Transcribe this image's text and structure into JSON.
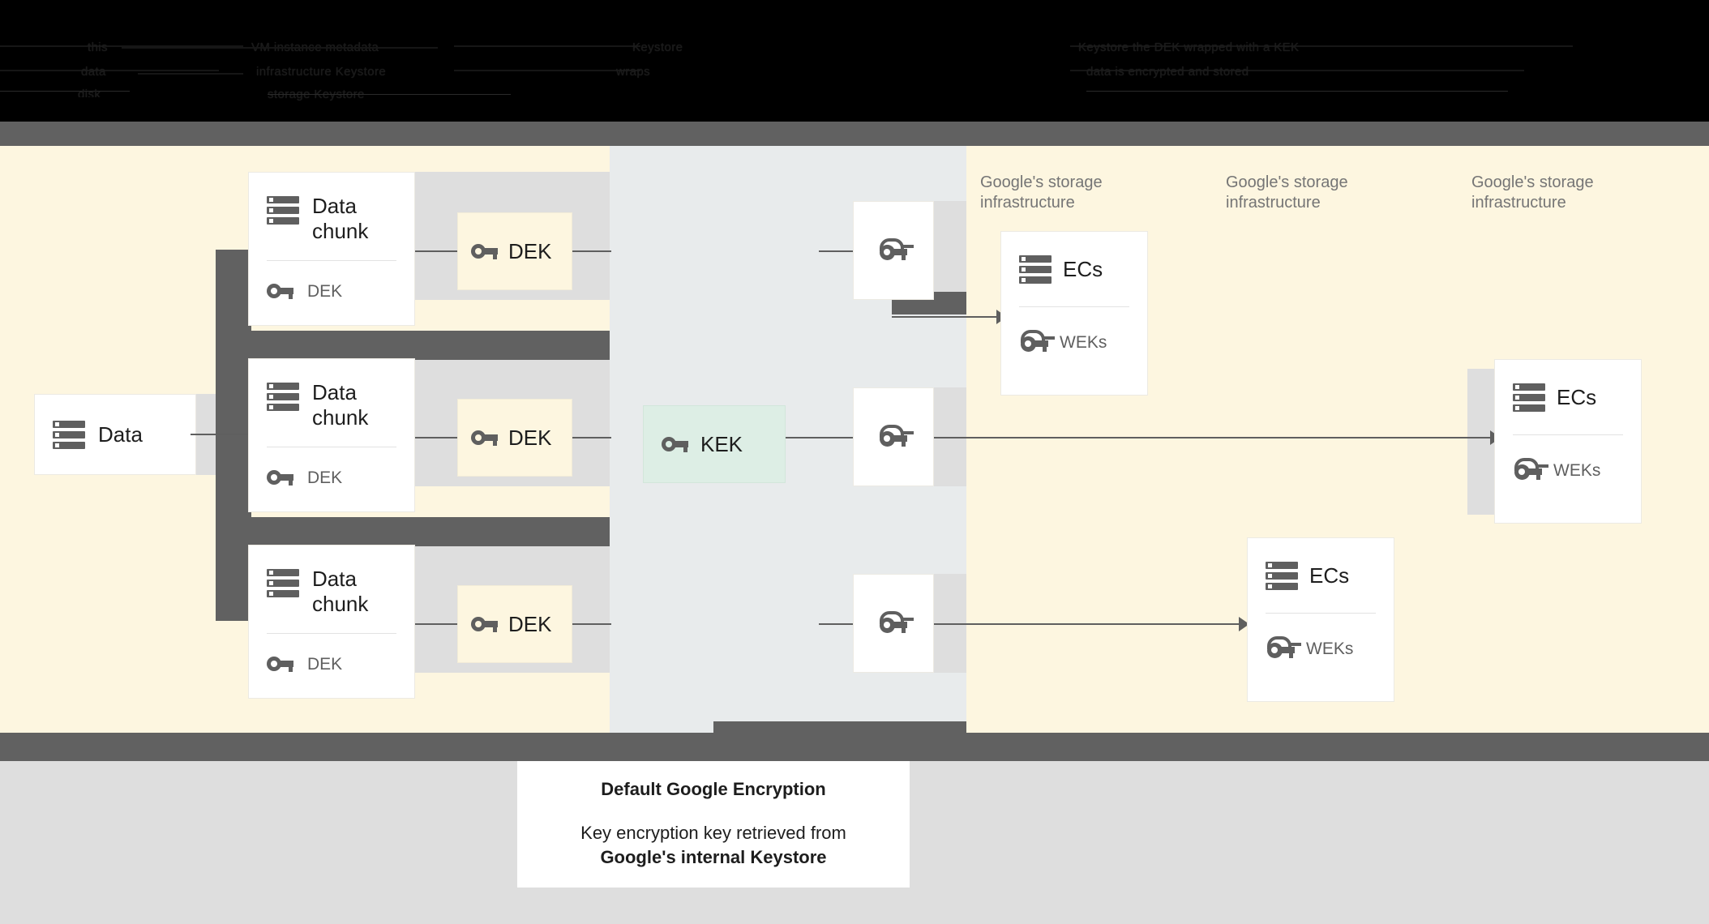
{
  "page": {
    "title": "Default Google Encryption",
    "background": "#000000"
  },
  "colors": {
    "cream_band": "#fdf6e0",
    "mid_panel": "#e8ebec",
    "dark_bar": "#616161",
    "light_gray": "#dedede",
    "card_white": "#ffffff",
    "dek_cream": "#fdf6e0",
    "kek_mint": "#ddeee5",
    "text_primary": "#1d1d1d",
    "text_muted": "#5f5f5f",
    "caption_muted": "#757575"
  },
  "header_strip": {
    "note": "obscured dark-on-black text fragments",
    "fragments": [
      "this",
      "VM instance metadata",
      "data",
      "infrastructure",
      "Keystore",
      "disk",
      "storage",
      "Keystore"
    ]
  },
  "data_source": {
    "label": "Data",
    "icon": "server-icon"
  },
  "chunks": [
    {
      "title": "Data\nchunk",
      "key_label": "DEK",
      "icon": "server-icon",
      "key_icon": "key-icon"
    },
    {
      "title": "Data\nchunk",
      "key_label": "DEK",
      "icon": "server-icon",
      "key_icon": "key-icon"
    },
    {
      "title": "Data\nchunk",
      "key_label": "DEK",
      "icon": "server-icon",
      "key_icon": "key-icon"
    }
  ],
  "deks": [
    {
      "label": "DEK",
      "icon": "key-icon"
    },
    {
      "label": "DEK",
      "icon": "key-icon"
    },
    {
      "label": "DEK",
      "icon": "key-icon"
    }
  ],
  "kek": {
    "label": "KEK",
    "icon": "key-icon"
  },
  "wrapped_keys": [
    {
      "icon": "wrapped-key-icon"
    },
    {
      "icon": "wrapped-key-icon"
    },
    {
      "icon": "wrapped-key-icon"
    }
  ],
  "storage_columns": [
    {
      "caption": "Google's storage\ninfrastructure"
    },
    {
      "caption": "Google's storage\ninfrastructure"
    },
    {
      "caption": "Google's storage\ninfrastructure"
    }
  ],
  "ec_cards": [
    {
      "title": "ECs",
      "key_label": "WEKs",
      "icon": "server-icon",
      "key_icon": "wrapped-key-icon"
    },
    {
      "title": "ECs",
      "key_label": "WEKs",
      "icon": "server-icon",
      "key_icon": "wrapped-key-icon"
    },
    {
      "title": "ECs",
      "key_label": "WEKs",
      "icon": "server-icon",
      "key_icon": "wrapped-key-icon"
    }
  ],
  "caption": {
    "heading": "Default Google Encryption",
    "line1": "Key encryption key retrieved from",
    "line2": "Google's internal Keystore"
  }
}
